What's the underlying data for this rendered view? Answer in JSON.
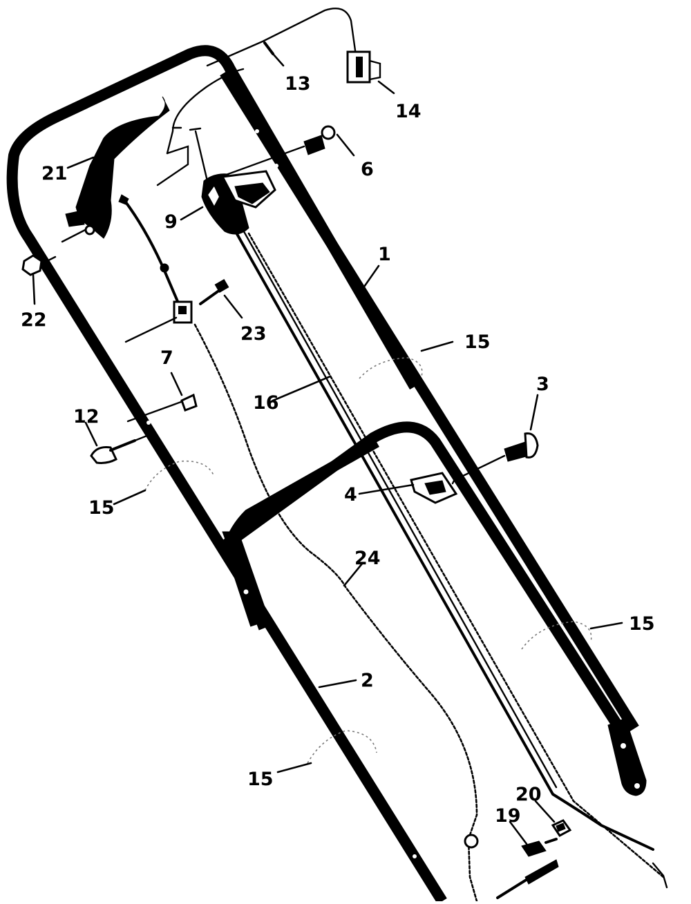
{
  "diagram": {
    "callouts": {
      "c1": "1",
      "c2": "2",
      "c3": "3",
      "c4": "4",
      "c6": "6",
      "c7": "7",
      "c9": "9",
      "c12": "12",
      "c13": "13",
      "c14": "14",
      "c15a": "15",
      "c15b": "15",
      "c15c": "15",
      "c15d": "15",
      "c16": "16",
      "c19": "19",
      "c20": "20",
      "c21": "21",
      "c22": "22",
      "c23": "23",
      "c24": "24"
    }
  }
}
